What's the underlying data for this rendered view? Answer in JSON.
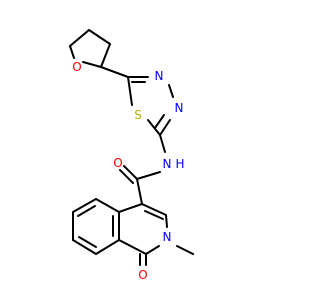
{
  "molecule": {
    "atoms": {
      "O1": {
        "symbol": "O",
        "color": "#ff0000"
      },
      "S1": {
        "symbol": "S",
        "color": "#b2b200"
      },
      "N1": {
        "symbol": "N",
        "color": "#0000ff"
      },
      "N2": {
        "symbol": "N",
        "color": "#0000ff"
      },
      "NH": {
        "symbol": "N",
        "color": "#0000ff"
      },
      "H": {
        "symbol": "H",
        "color": "#0000ff"
      },
      "O2": {
        "symbol": "O",
        "color": "#ff0000"
      },
      "N3": {
        "symbol": "N",
        "color": "#0000ff"
      },
      "O3": {
        "symbol": "O",
        "color": "#ff0000"
      }
    },
    "bond_color": "#000000"
  }
}
